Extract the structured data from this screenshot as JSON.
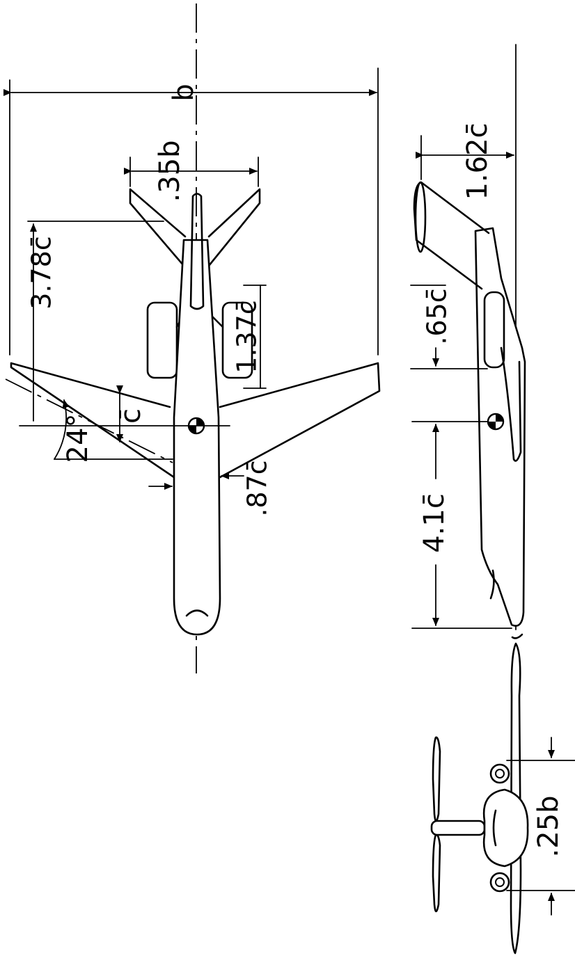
{
  "labels": {
    "span": "b",
    "tail_span": ".35b",
    "tail_arm": "3.78c̄",
    "nacelle_pos": "1.37c̄",
    "mac": "c̄",
    "sweep": "24°",
    "root_offset": ".87c̄",
    "nacelle_len": ".65c̄",
    "nose_to_cg": "4.1c̄",
    "fin_height": "1.62c̄",
    "engine_spacing": ".25b"
  }
}
